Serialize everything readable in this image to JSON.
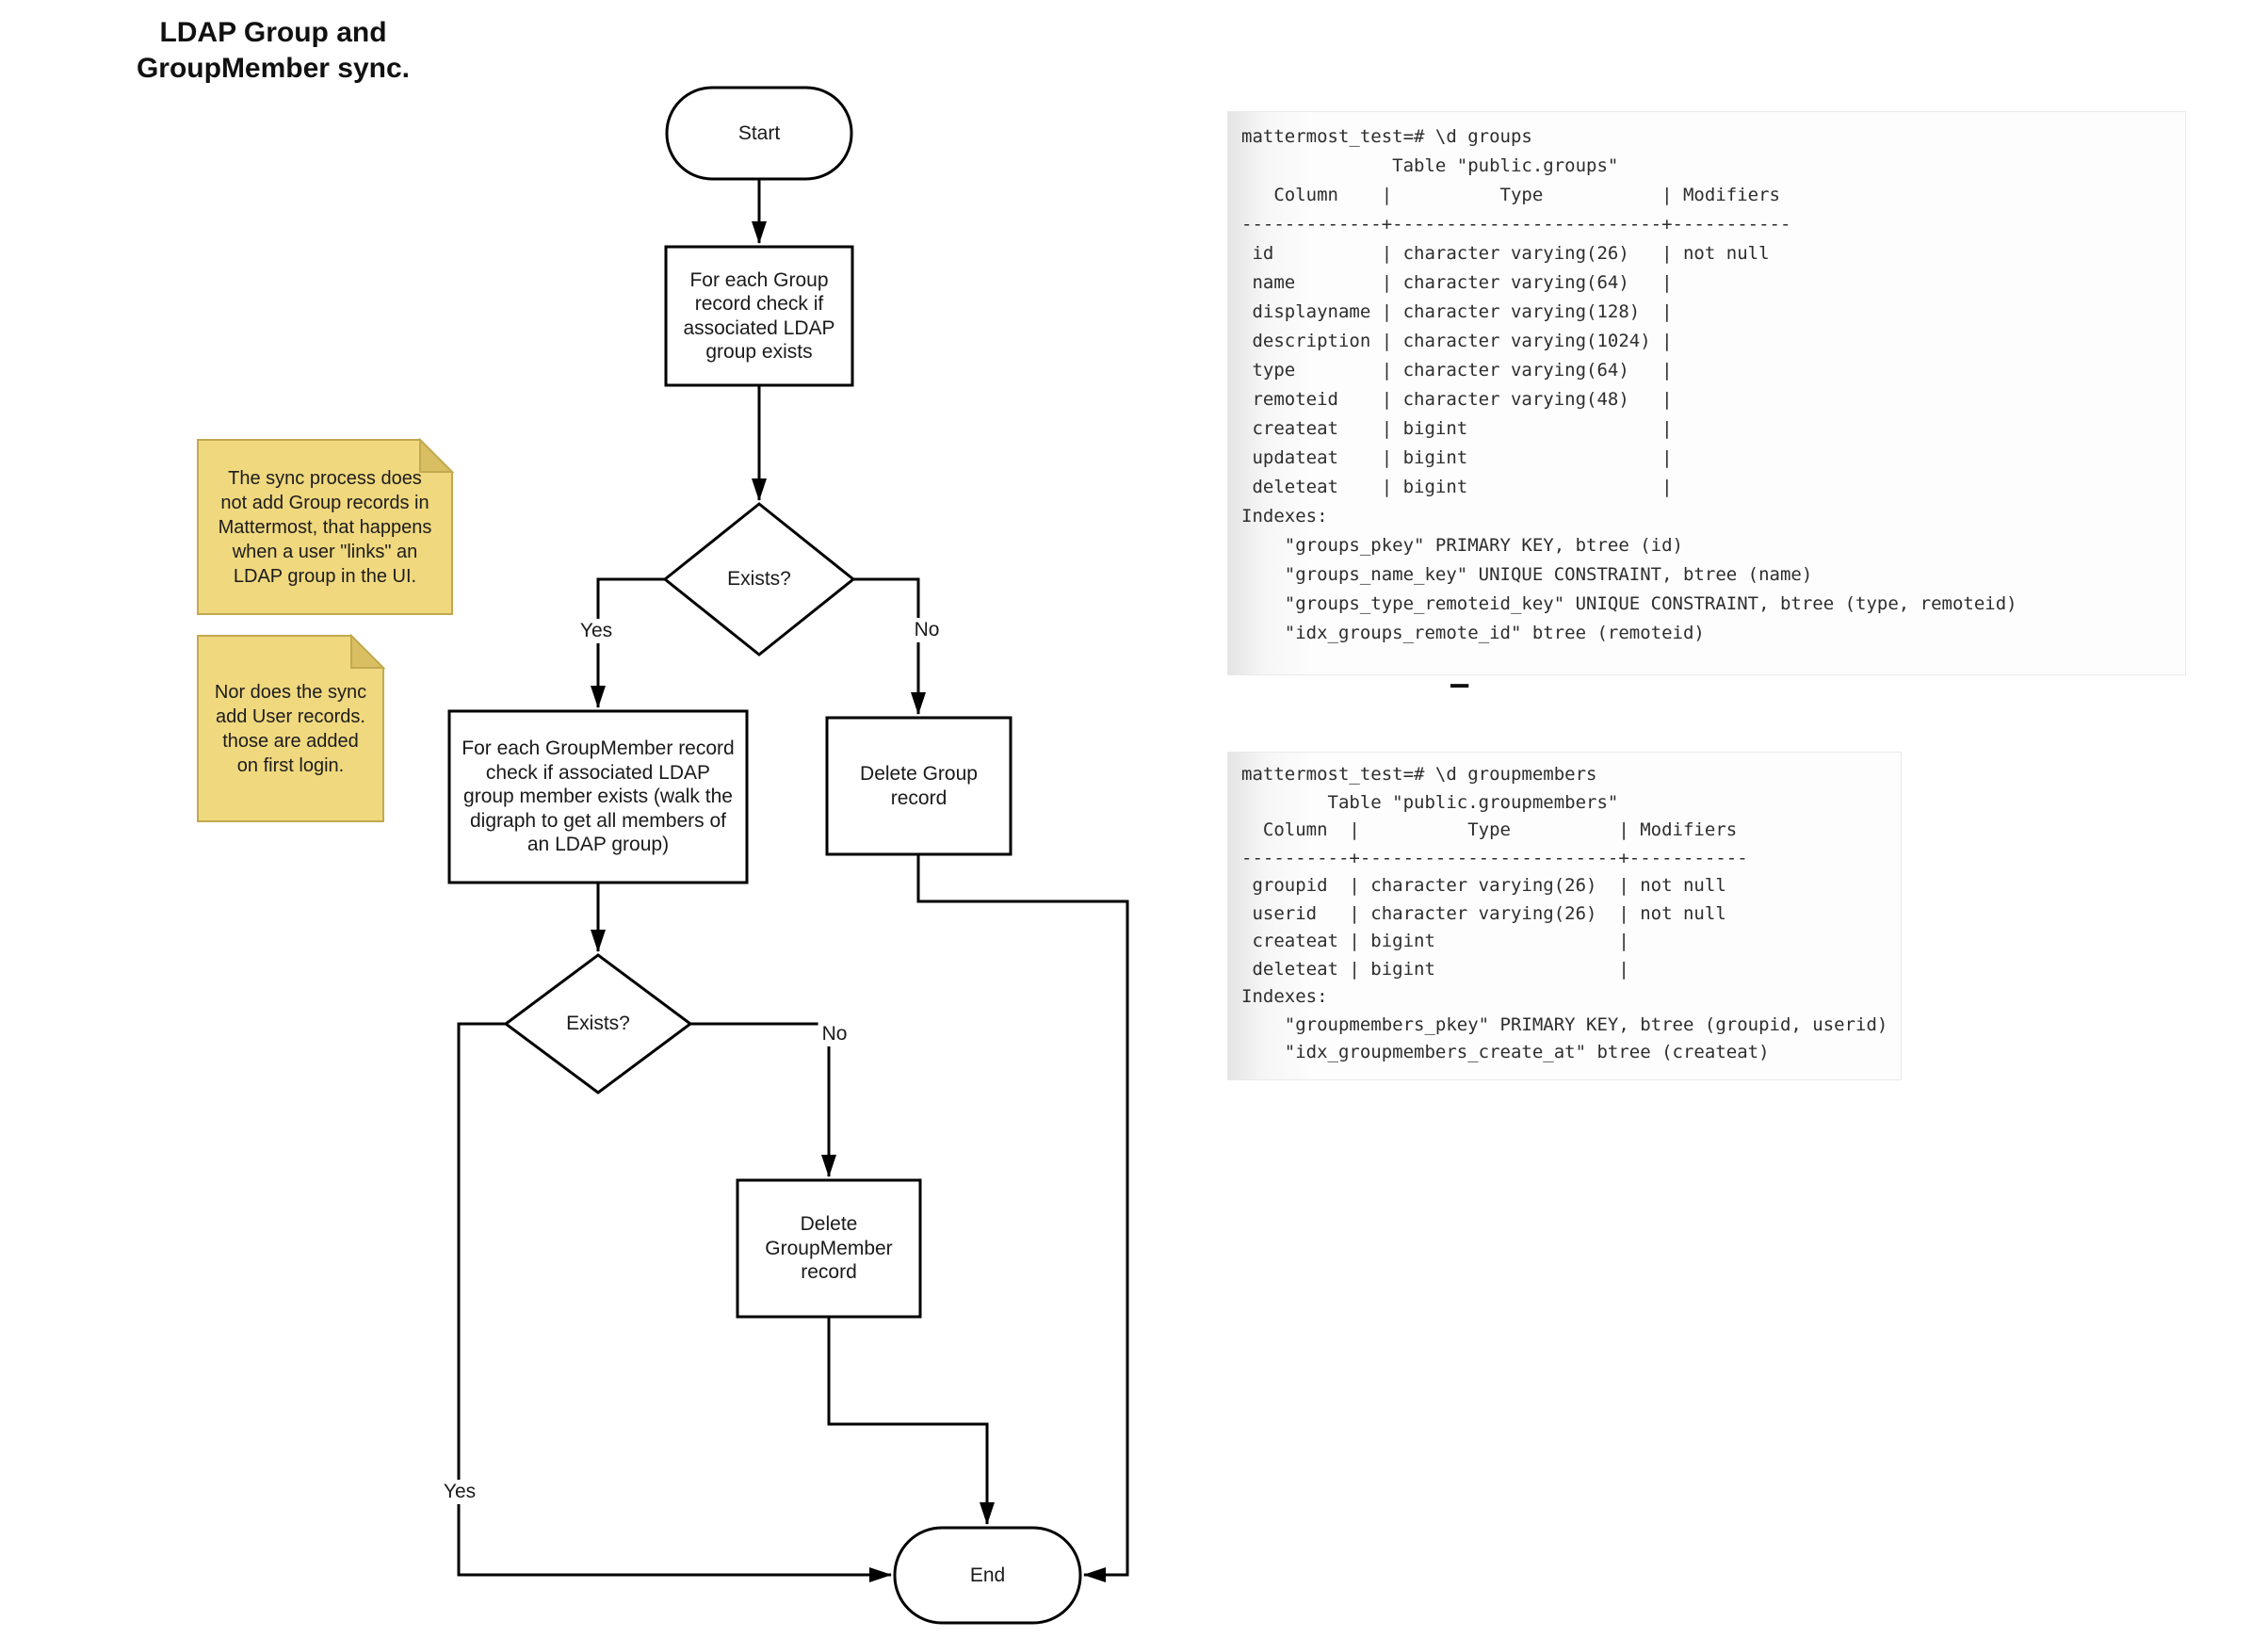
{
  "title": "LDAP Group and\nGroupMember sync.",
  "flowchart": {
    "start_label": "Start",
    "end_label": "End",
    "steps": {
      "group_check": "For each Group\nrecord check if\nassociated LDAP\ngroup exists",
      "groupmember_check": "For each GroupMember record\ncheck if associated LDAP\ngroup member exists (walk the\ndigraph to get all members of\nan LDAP group)",
      "delete_group": "Delete Group\nrecord",
      "delete_groupmember": "Delete\nGroupMember\nrecord"
    },
    "decisions": {
      "group_exists": "Exists?",
      "member_exists": "Exists?"
    },
    "edge_labels": {
      "group_yes": "Yes",
      "group_no": "No",
      "member_yes": "Yes",
      "member_no": "No"
    }
  },
  "notes": [
    {
      "text": "The sync process does\nnot add Group records in\nMattermost, that happens\nwhen a user \"links\" an\nLDAP group in the UI."
    },
    {
      "text": "Nor does the sync\nadd User records.\nthose are added\non first login."
    }
  ],
  "terminals": [
    {
      "lines": [
        "mattermost_test=# \\d groups",
        "              Table \"public.groups\"",
        "   Column    |          Type           | Modifiers",
        "-------------+-------------------------+-----------",
        " id          | character varying(26)   | not null",
        " name        | character varying(64)   |",
        " displayname | character varying(128)  |",
        " description | character varying(1024) |",
        " type        | character varying(64)   |",
        " remoteid    | character varying(48)   |",
        " createat    | bigint                  |",
        " updateat    | bigint                  |",
        " deleteat    | bigint                  |",
        "Indexes:",
        "    \"groups_pkey\" PRIMARY KEY, btree (id)",
        "    \"groups_name_key\" UNIQUE CONSTRAINT, btree (name)",
        "    \"groups_type_remoteid_key\" UNIQUE CONSTRAINT, btree (type, remoteid)",
        "    \"idx_groups_remote_id\" btree (remoteid)"
      ]
    },
    {
      "lines": [
        "mattermost_test=# \\d groupmembers",
        "        Table \"public.groupmembers\"",
        "  Column  |          Type          | Modifiers",
        "----------+------------------------+-----------",
        " groupid  | character varying(26)  | not null",
        " userid   | character varying(26)  | not null",
        " createat | bigint                 |",
        " deleteat | bigint                 |",
        "Indexes:",
        "    \"groupmembers_pkey\" PRIMARY KEY, btree (groupid, userid)",
        "    \"idx_groupmembers_create_at\" btree (createat)"
      ]
    }
  ],
  "cursor_dash": "–",
  "colors": {
    "line": "#000000",
    "node_fill": "#FFFFFF",
    "text": "#1A1A1A",
    "note_fill": "#F0D87E",
    "note_border": "#C2A94F",
    "note_fold": "#D9BE62",
    "terminal_text": "#2D2D2D",
    "terminal_edge": "#E4E4E4"
  }
}
